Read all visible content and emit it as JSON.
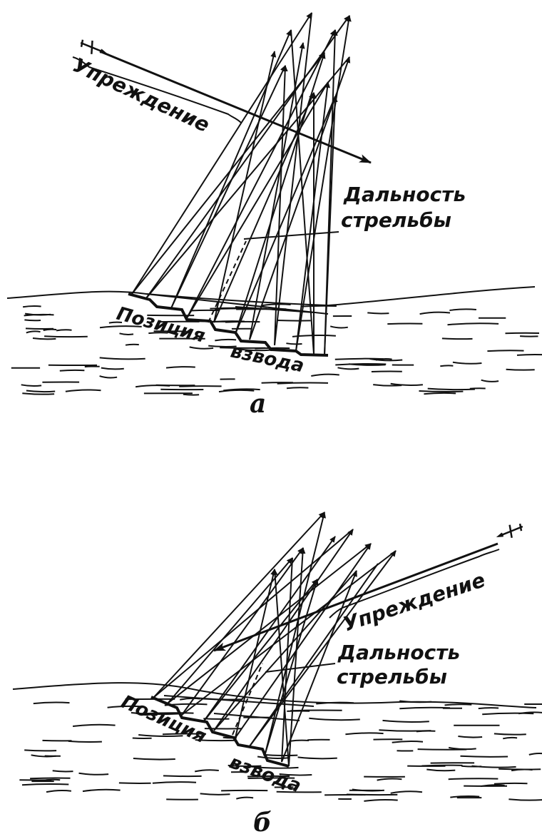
{
  "figure_a": {
    "lead_label": "Упреждение",
    "range_label_line1": "Дальность",
    "range_label_line2": "стрельбы",
    "position_word1": "Позиция",
    "position_word2": "взвода",
    "caption": "а"
  },
  "figure_b": {
    "lead_label": "Упреждение",
    "range_label_line1": "Дальность",
    "range_label_line2": "стрельбы",
    "position_word1": "Позиция",
    "position_word2": "взвода",
    "caption": "б"
  },
  "colors": {
    "ink": "#111111",
    "paper": "#ffffff"
  }
}
